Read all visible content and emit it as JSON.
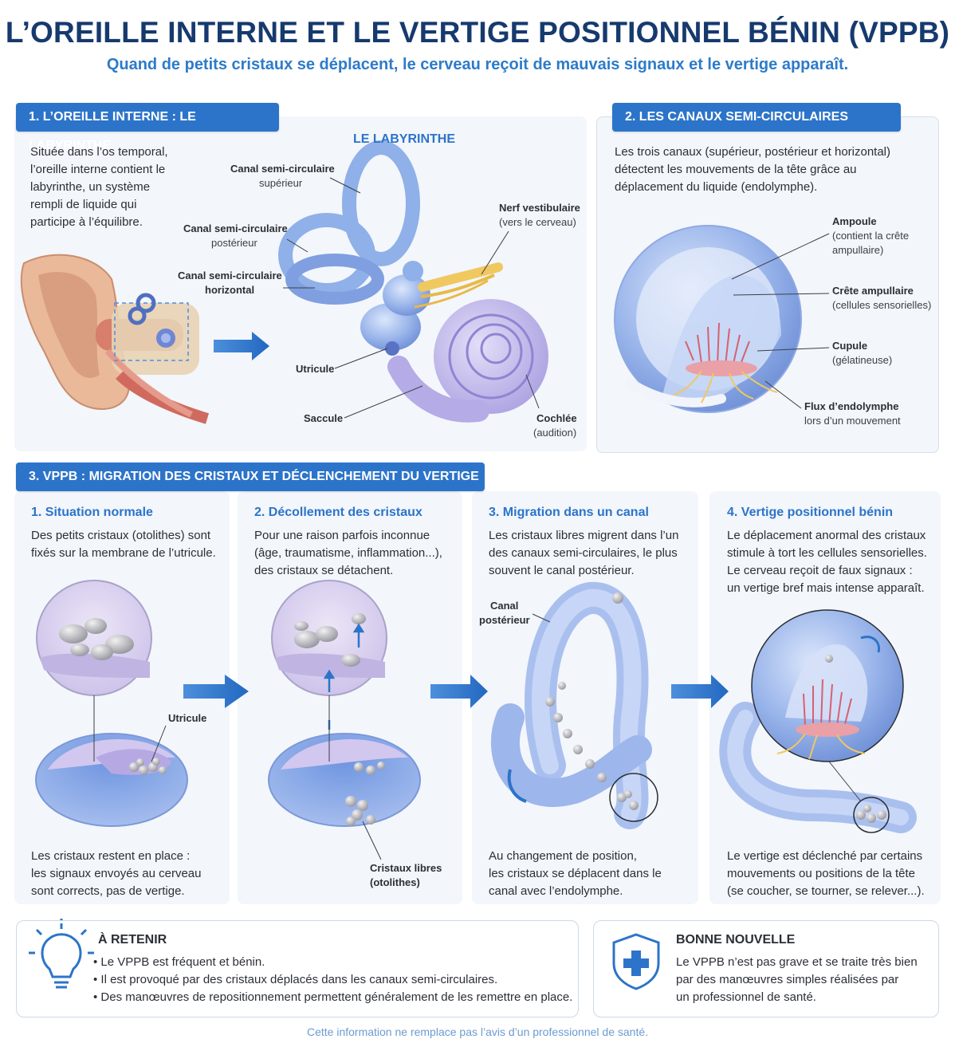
{
  "header": {
    "title": "L’OREILLE INTERNE ET LE VERTIGE POSITIONNEL BÉNIN (VPPB)",
    "subtitle": "Quand de petits cristaux se déplacent, le cerveau reçoit de mauvais signaux et le vertige apparaît."
  },
  "section1": {
    "heading": "1. L’OREILLE INTERNE : LE LABYRINTHE",
    "text": [
      "Située dans l’os temporal,",
      "l’oreille interne contient le",
      "labyrinthe, un système",
      "rempli de liquide qui",
      "participe à l’équilibre."
    ],
    "diagram_title": "LE LABYRINTHE",
    "labels": {
      "canal_sup": [
        "Canal semi-circulaire",
        "supérieur"
      ],
      "canal_post": [
        "Canal semi-circulaire",
        "postérieur"
      ],
      "canal_hor": [
        "Canal semi-circulaire",
        "horizontal"
      ],
      "nerf": [
        "Nerf vestibulaire",
        "(vers le cerveau)"
      ],
      "utricule": "Utricule",
      "saccule": "Saccule",
      "cochlee": [
        "Cochlée",
        "(audition)"
      ]
    }
  },
  "section2": {
    "heading": "2. LES CANAUX SEMI-CIRCULAIRES",
    "text": [
      "Les trois canaux (supérieur, postérieur et horizontal)",
      "détectent les mouvements de la tête grâce au",
      "déplacement du liquide (endolymphe)."
    ],
    "labels": {
      "ampoule": [
        "Ampoule",
        "(contient la crête",
        "ampullaire)"
      ],
      "crete": [
        "Crête ampullaire",
        "(cellules sensorielles)"
      ],
      "cupule": [
        "Cupule",
        "(gélatineuse)"
      ],
      "flux": [
        "Flux d’endolymphe",
        "lors d’un mouvement"
      ]
    }
  },
  "section3": {
    "heading": "3. VPPB : MIGRATION DES CRISTAUX ET DÉCLENCHEMENT DU VERTIGE",
    "steps": [
      {
        "title": "1. Situation normale",
        "text": [
          "Des petits cristaux (otolithes) sont",
          "fixés sur la membrane de l’utricule."
        ],
        "label": "Utricule",
        "bottom": [
          "Les cristaux restent en place :",
          "les signaux envoyés au cerveau",
          "sont corrects, pas de vertige."
        ]
      },
      {
        "title": "2. Décollement des cristaux",
        "text": [
          "Pour une raison parfois inconnue",
          "(âge, traumatisme, inflammation...),",
          "des cristaux se détachent."
        ],
        "label": [
          "Cristaux libres",
          "(otolithes)"
        ]
      },
      {
        "title": "3. Migration dans un canal",
        "text": [
          "Les cristaux libres migrent dans l’un",
          "des canaux semi-circulaires, le plus",
          "souvent le canal postérieur."
        ],
        "label": [
          "Canal",
          "postérieur"
        ],
        "bottom": [
          "Au changement de position,",
          "les cristaux se déplacent dans le",
          "canal avec l’endolymphe."
        ]
      },
      {
        "title": "4. Vertige positionnel bénin",
        "text": [
          "Le déplacement anormal des cristaux",
          "stimule à tort les cellules sensorielles.",
          "Le cerveau reçoit de faux signaux :",
          "un vertige bref mais intense apparaît."
        ],
        "bottom": [
          "Le vertige est déclenché par certains",
          "mouvements ou positions de la tête",
          "(se coucher, se tourner, se relever...)."
        ]
      }
    ]
  },
  "retenir": {
    "title": "À RETENIR",
    "items": [
      "Le VPPB est fréquent et bénin.",
      "Il est provoqué par des cristaux déplacés dans les canaux semi-circulaires.",
      "Des manœuvres de repositionnement permettent généralement de les remettre en place."
    ]
  },
  "bonne": {
    "title": "BONNE NOUVELLE",
    "text": [
      "Le VPPB n’est pas grave et se traite très bien",
      "par des manœuvres simples réalisées par",
      "un professionnel de santé."
    ]
  },
  "footer": "Cette information ne remplace pas l’avis d’un professionnel de santé.",
  "icons": {
    "retenir": "lightbulb-icon",
    "bonne": "shield-plus-icon"
  },
  "colors": {
    "heading_bg": "#2c74c9",
    "title": "#163a6e",
    "subtitle": "#2d7bc9",
    "labyrinth": "#8fb0e8",
    "cochlea": "#b9b2e8"
  }
}
